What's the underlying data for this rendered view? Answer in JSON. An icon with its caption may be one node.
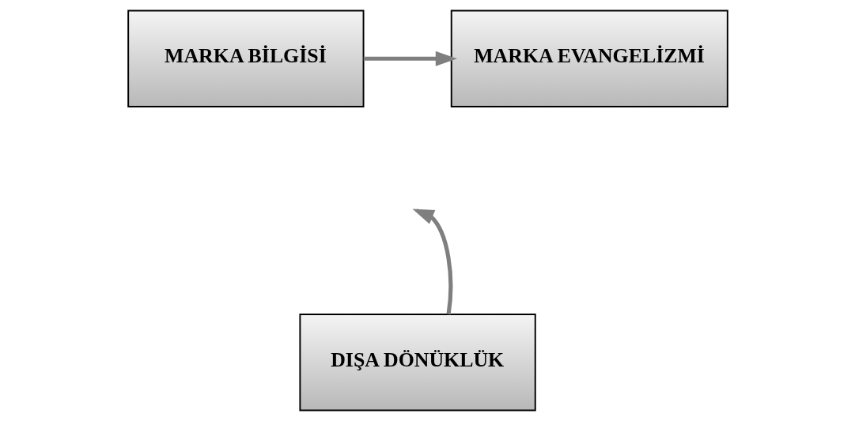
{
  "diagram": {
    "nodes": [
      {
        "text": [
          "MARKA BİLGİSİ"
        ]
      },
      {
        "text": [
          "MARKA EVANGELİZMİ"
        ]
      },
      {
        "text": [
          "DIŞA DÖNÜKLÜK"
        ]
      }
    ],
    "edges": [
      {
        "from": 0,
        "to": 1,
        "arrow": "to"
      },
      {
        "from": 2,
        "to": null,
        "arrow": "to"
      }
    ]
  }
}
